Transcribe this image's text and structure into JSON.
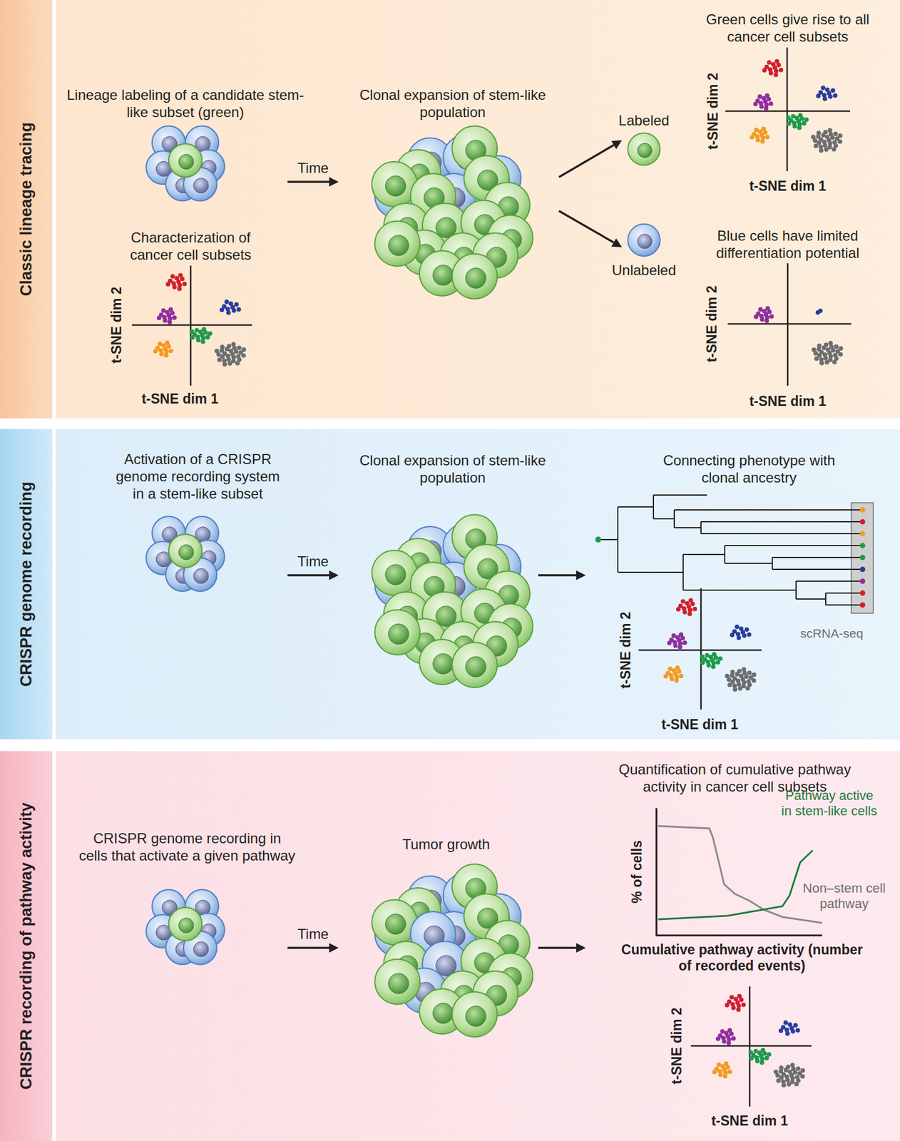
{
  "diagram": {
    "nodes": [
      {
        "text": [
          "Classic lineage tracing"
        ]
      },
      {
        "text": [
          "CRISPR genome recording"
        ]
      },
      {
        "text": [
          "CRISPR recording of pathway activity"
        ]
      }
    ],
    "labels": [
      "Lineage labeling of a candidate stem-like subset (green)",
      "Time",
      "Clonal expansion of stem-like population",
      "Labeled",
      "Green cells give rise to all cancer cell subsets",
      "t-SNE dim 2",
      "t-SNE dim 1",
      "Unlabeled",
      "Blue cells have limited differentiation potential",
      "t-SNE dim 2",
      "t-SNE dim 1",
      "Characterization of cancer cell subsets",
      "t-SNE dim 2",
      "t-SNE dim 1",
      "Activation of a CRISPR genome recording system in a stem-like subset",
      "Time",
      "Clonal expansion of stem-like population",
      "Connecting phenotype with clonal ancestry",
      "scRNA-seq",
      "t-SNE dim 2",
      "t-SNE dim 1",
      "CRISPR genome recording in cells that activate a given pathway",
      "Time",
      "Tumor growth",
      "Quantification of cumulative pathway activity in cancer cell subsets",
      "Pathway active in stem-like cells",
      "Non–stem cell pathway",
      "% of cells",
      "Cumulative pathway activity (number of recorded events)",
      "t-SNE dim 2",
      "t-SNE dim 1"
    ]
  }
}
